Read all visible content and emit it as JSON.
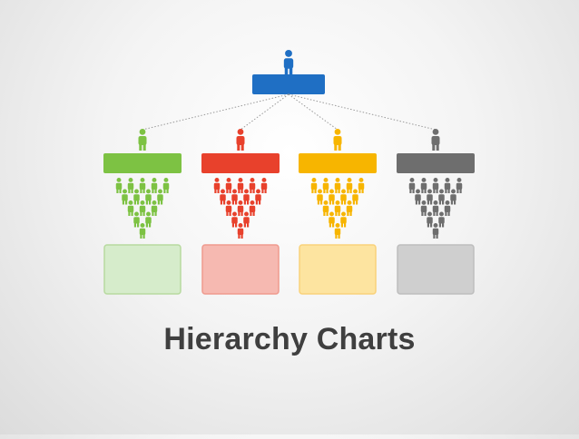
{
  "title": "Hierarchy Charts",
  "icons": {
    "person": "person-icon"
  },
  "colors": {
    "top": "#1f6fc4",
    "connector": "#9a9a9a",
    "background_center": "#ffffff",
    "background_edge": "#dcdcdc",
    "title_text": "#3f3f3f"
  },
  "branches": [
    {
      "name": "green",
      "color": "#7dc243",
      "box_fill": "#d6eccb",
      "box_stroke": "#b7da9f"
    },
    {
      "name": "red",
      "color": "#e8412c",
      "box_fill": "#f6b9b1",
      "box_stroke": "#ef9a8e"
    },
    {
      "name": "yellow",
      "color": "#f7b500",
      "box_fill": "#fde4a0",
      "box_stroke": "#f9d27a"
    },
    {
      "name": "gray",
      "color": "#6e6e6e",
      "box_fill": "#cfcfcf",
      "box_stroke": "#bdbdbd"
    }
  ]
}
